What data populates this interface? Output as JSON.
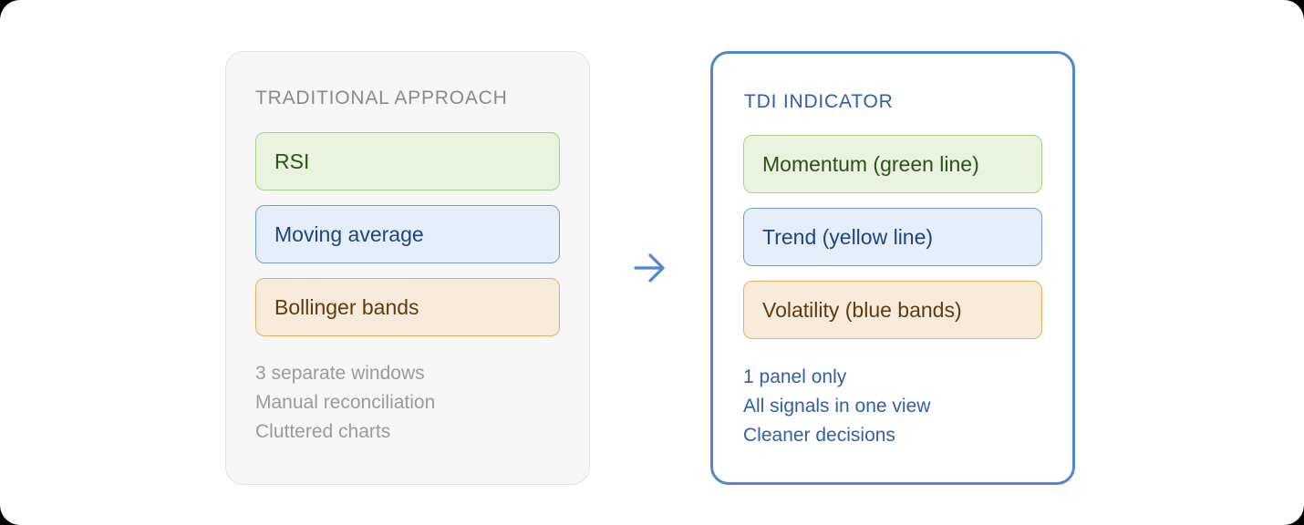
{
  "left_card": {
    "title": "TRADITIONAL APPROACH",
    "items": [
      {
        "label": "RSI"
      },
      {
        "label": "Moving average"
      },
      {
        "label": "Bollinger bands"
      }
    ],
    "notes": [
      "3 separate windows",
      "Manual reconciliation",
      "Cluttered charts"
    ]
  },
  "right_card": {
    "title": "TDI INDICATOR",
    "items": [
      {
        "label": "Momentum (green line)"
      },
      {
        "label": "Trend (yellow line)"
      },
      {
        "label": "Volatility (blue bands)"
      }
    ],
    "notes": [
      "1 panel only",
      "All signals in one view",
      "Cleaner decisions"
    ]
  },
  "connector": {
    "icon": "arrow-right-icon"
  },
  "colors": {
    "accent_blue": "#4f87d2",
    "title_blue": "#2d61a8",
    "muted_gray": "#8a8a8a",
    "green_fill": "#eaf2e0",
    "blue_fill": "#e6eefa",
    "orange_fill": "#f7ecdb"
  }
}
